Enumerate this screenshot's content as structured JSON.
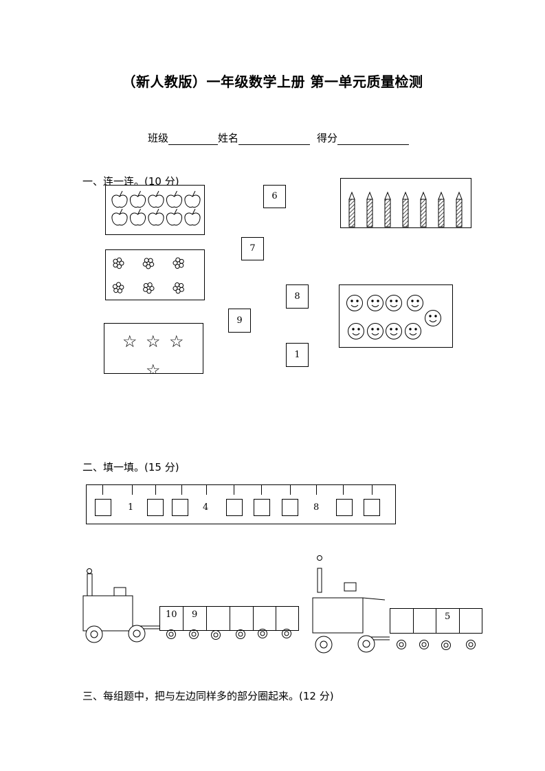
{
  "header": {
    "title": "（新人教版）一年级数学上册  第一单元质量检测",
    "class_label": "班级",
    "name_label": "姓名",
    "score_label": "得分"
  },
  "section1": {
    "heading": "一、连一连。(10 分)",
    "number_cards": [
      "6",
      "7",
      "8",
      "9",
      "1"
    ],
    "groups": {
      "apples": 10,
      "flowers": 6,
      "stars": 4,
      "pencils": 7,
      "faces": 9
    },
    "star_glyph": "☆"
  },
  "section2": {
    "heading": "二、填一填。(15 分)",
    "number_line": [
      "",
      "1",
      "",
      "",
      "4",
      "",
      "",
      "",
      "8",
      "",
      ""
    ],
    "train1_cars": [
      "10",
      "9",
      "",
      "",
      "",
      ""
    ],
    "train2_cars": [
      "",
      "",
      "5",
      ""
    ]
  },
  "section3": {
    "heading": "三、每组题中，把与左边同样多的部分圈起来。(12 分)"
  }
}
